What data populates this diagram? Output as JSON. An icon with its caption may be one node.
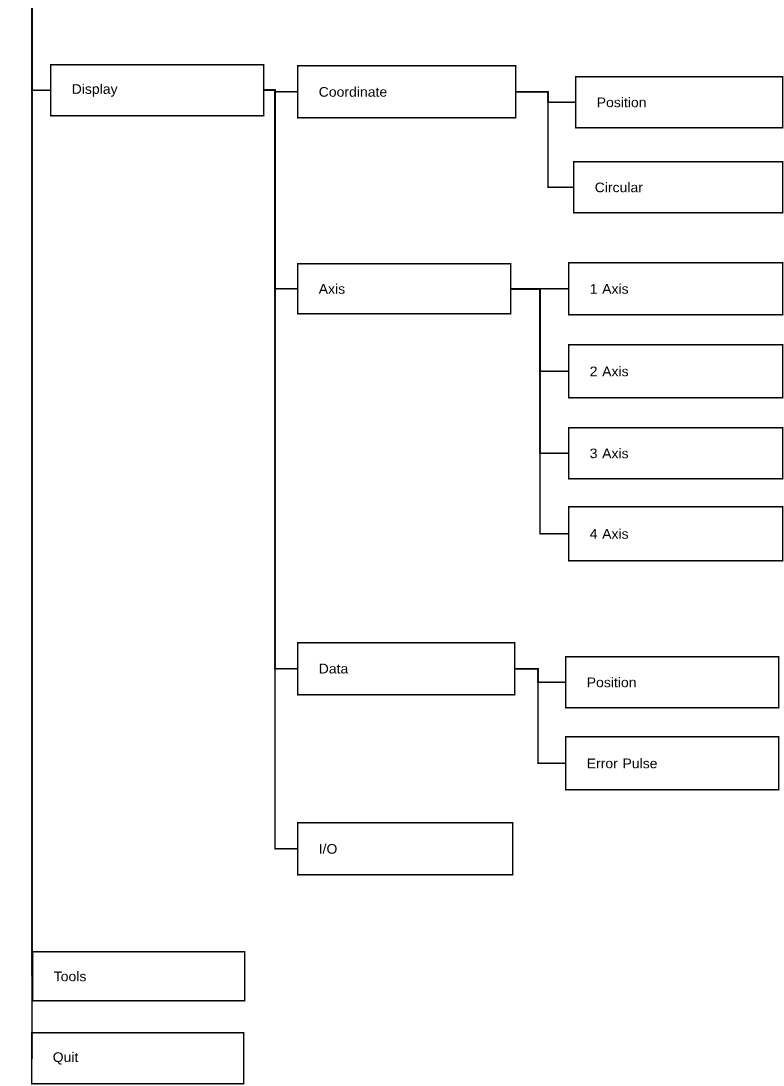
{
  "diagram": {
    "nodes": [
      {
        "text": [
          "Display"
        ]
      },
      {
        "text": [
          "Coordinate"
        ]
      },
      {
        "text": [
          "Position"
        ]
      },
      {
        "text": [
          "Circular"
        ]
      },
      {
        "text": [
          "Axis"
        ]
      },
      {
        "text": [
          "1 Axis"
        ]
      },
      {
        "text": [
          "2 Axis"
        ]
      },
      {
        "text": [
          "3 Axis"
        ]
      },
      {
        "text": [
          "4 Axis"
        ]
      },
      {
        "text": [
          "Data"
        ]
      },
      {
        "text": [
          "Position"
        ]
      },
      {
        "text": [
          "Error Pulse"
        ]
      },
      {
        "text": [
          "I/O"
        ]
      },
      {
        "text": [
          "Tools"
        ]
      },
      {
        "text": [
          "Quit"
        ]
      }
    ],
    "edges": [
      {
        "from": null,
        "to": 0,
        "arrow": "none"
      },
      {
        "from": null,
        "to": 13,
        "arrow": "none"
      },
      {
        "from": null,
        "to": 14,
        "arrow": "none"
      },
      {
        "from": 0,
        "to": 1,
        "arrow": "none"
      },
      {
        "from": 0,
        "to": 4,
        "arrow": "none"
      },
      {
        "from": 0,
        "to": 9,
        "arrow": "none"
      },
      {
        "from": 0,
        "to": 12,
        "arrow": "none"
      },
      {
        "from": 1,
        "to": 2,
        "arrow": "none"
      },
      {
        "from": 1,
        "to": 3,
        "arrow": "none"
      },
      {
        "from": 4,
        "to": 5,
        "arrow": "none"
      },
      {
        "from": 4,
        "to": 6,
        "arrow": "none"
      },
      {
        "from": 4,
        "to": 7,
        "arrow": "none"
      },
      {
        "from": 4,
        "to": 8,
        "arrow": "none"
      },
      {
        "from": 9,
        "to": 10,
        "arrow": "none"
      },
      {
        "from": 9,
        "to": 11,
        "arrow": "none"
      }
    ]
  }
}
